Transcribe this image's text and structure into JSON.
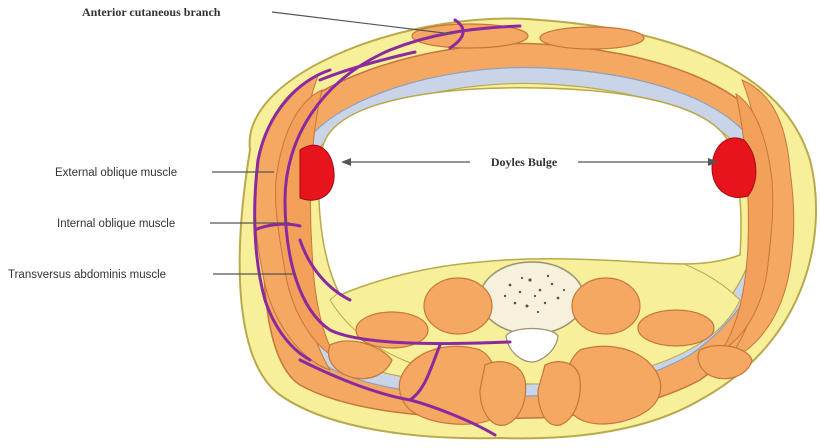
{
  "figure": {
    "labels": {
      "anterior_cutaneous_branch": "Anterior cutaneous branch",
      "external_oblique_muscle": "External oblique muscle",
      "internal_oblique_muscle": "Internal oblique muscle",
      "transversus_abdominis_muscle": "Transversus abdominis muscle",
      "doyles_bulge": "Doyles Bulge"
    },
    "colors": {
      "fat": "#f7ef9a",
      "fat_outline": "#b9a94c",
      "muscle": "#f5a862",
      "muscle_outline": "#c7763a",
      "fascia": "#c9d4e8",
      "bulge": "#e8141c",
      "nerve": "#8b2a9e",
      "bone": "#f6f1dc",
      "leader_line": "#555555"
    }
  }
}
